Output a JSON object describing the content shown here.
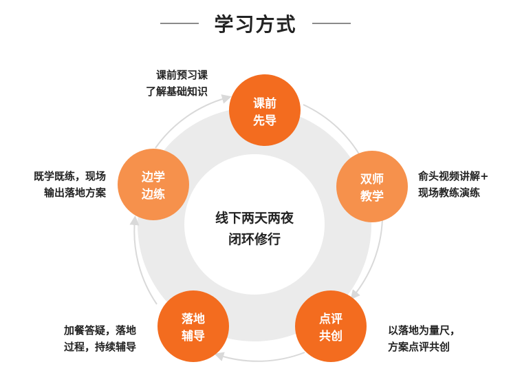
{
  "title": "学习方式",
  "center": {
    "line1": "线下两天两夜",
    "line2": "闭环修行"
  },
  "nodes": [
    {
      "label1": "课前",
      "label2": "先导",
      "color": "#f36c1f"
    },
    {
      "label1": "双师",
      "label2": "教学",
      "color": "#f6914c"
    },
    {
      "label1": "点评",
      "label2": "共创",
      "color": "#f36c1f"
    },
    {
      "label1": "落地",
      "label2": "辅导",
      "color": "#f36c1f"
    },
    {
      "label1": "边学",
      "label2": "边练",
      "color": "#f6914c"
    }
  ],
  "descriptions": [
    {
      "line1": "课前预习课",
      "line2": "了解基础知识"
    },
    {
      "line1": "俞头视频讲解+",
      "line2": "现场教练演练"
    },
    {
      "line1": "以落地为量尺，",
      "line2": "方案点评共创"
    },
    {
      "line1": "加餐答疑，落地",
      "line2": "过程，持续辅导"
    },
    {
      "line1": "既学既练，现场",
      "line2": "输出落地方案"
    }
  ],
  "colors": {
    "ring": "#ebebeb",
    "arrow": "#d9d9d9",
    "primary": "#f36c1f",
    "light": "#f6914c"
  }
}
